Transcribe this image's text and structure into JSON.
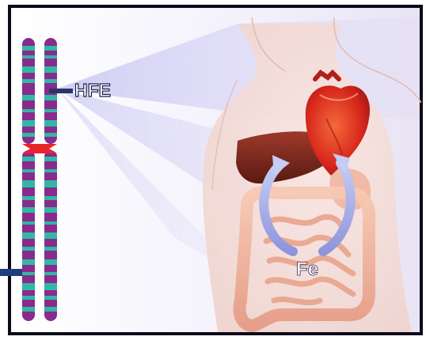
{
  "labels": {
    "gene": "HFE",
    "element": "Fe"
  },
  "colors": {
    "chromosome_purple": "#8a2a8c",
    "chromosome_teal": "#2fb8a4",
    "centromere_red": "#e8242a",
    "frame_border": "#0b0b1a",
    "left_bar_blue": "#1e3f7a",
    "beam": "#c9c8ef",
    "skin": "#f6ddd7",
    "liver": "#7a2a20",
    "heart": "#d7281e",
    "intestine": "#f2b49c",
    "cycle_arrow": "#a9b0e8",
    "label_text": "#ffffff"
  },
  "icons": {
    "chromosome": "chromosome",
    "heart": "heart-organ",
    "liver": "liver-organ",
    "intestines": "intestines-organ",
    "cycle": "circular-arrows"
  }
}
